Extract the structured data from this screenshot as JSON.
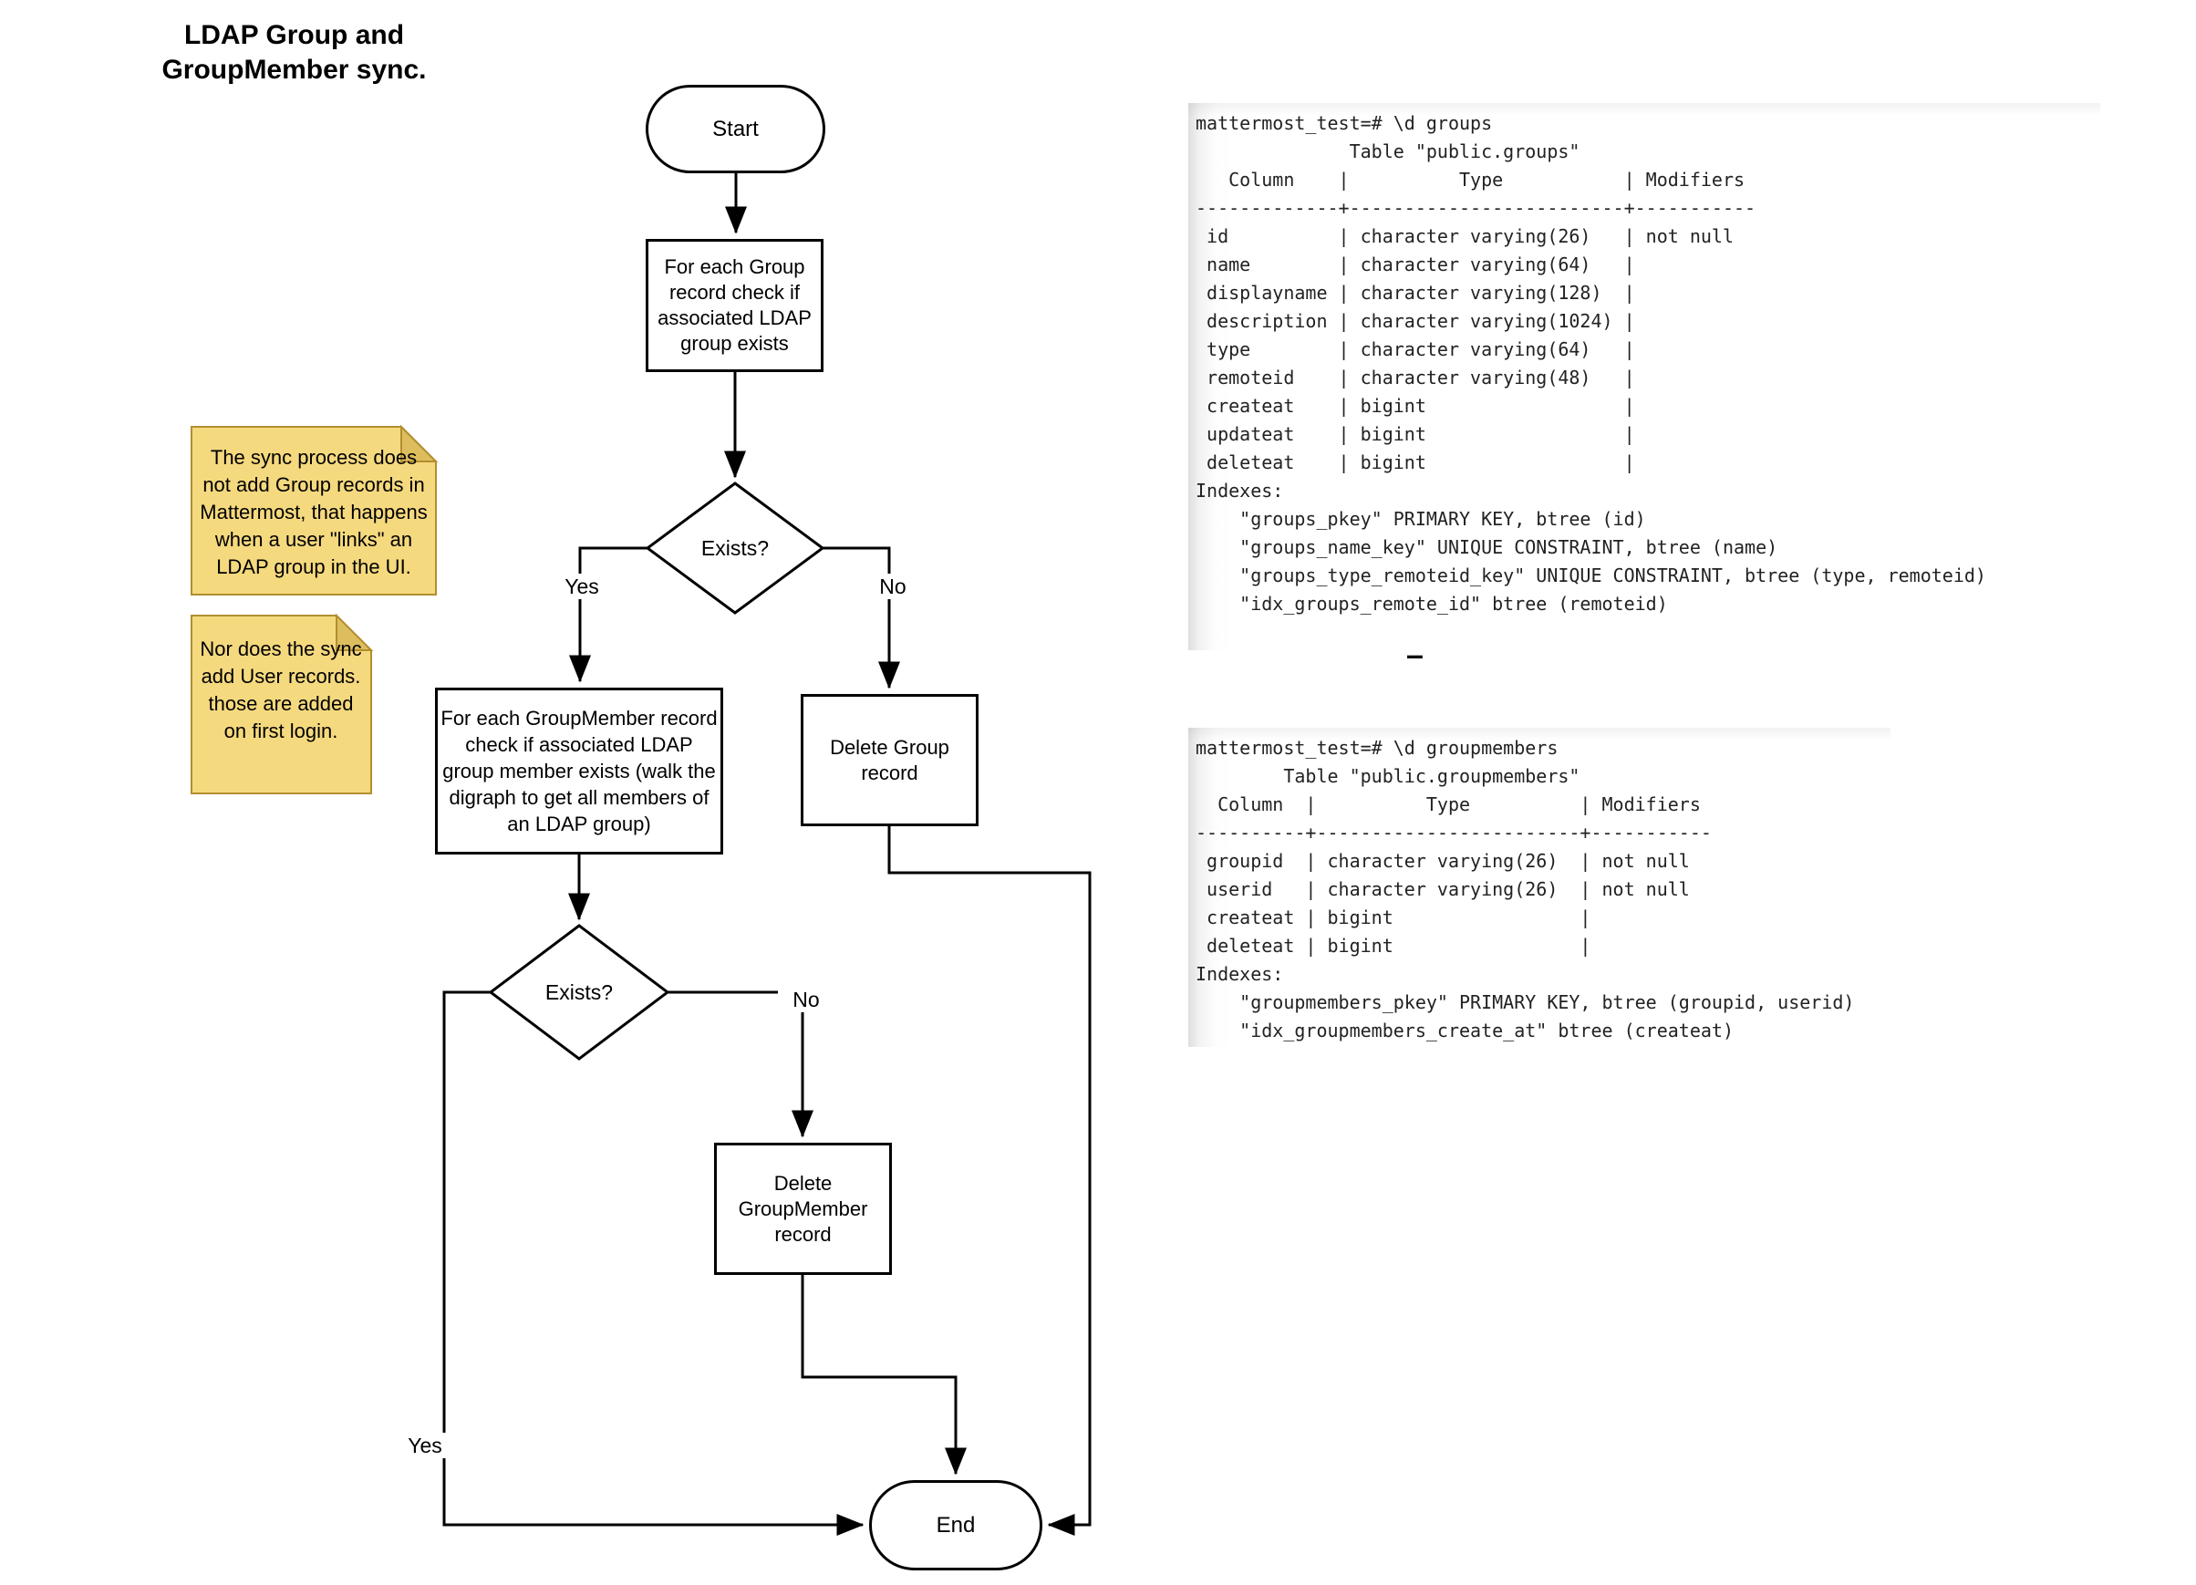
{
  "title": {
    "text": "LDAP Group and\nGroupMember sync."
  },
  "colors": {
    "stroke": "#000000",
    "note_fill": "#F5D97E",
    "note_border": "#B28E2F",
    "note_fold": "#DDBE5E",
    "terminal_text": "#222222"
  },
  "notes": [
    {
      "text": "The sync process does\nnot add Group records in\nMattermost, that happens\nwhen a user \"links\" an\nLDAP group in the UI."
    },
    {
      "text": "Nor does the sync\nadd User records.\nthose are added\non first login."
    }
  ],
  "flowchart": {
    "start_label": "Start",
    "process_group_label": "For each Group\nrecord check if\nassociated LDAP\ngroup exists",
    "decision1_label": "Exists?",
    "yes1_label": "Yes",
    "no1_label": "No",
    "process_groupmember_label": "For each GroupMember record\ncheck if associated LDAP\ngroup member exists (walk the\ndigraph to get all members of\nan LDAP group)",
    "delete_group_label": "Delete Group\nrecord",
    "decision2_label": "Exists?",
    "yes2_label": "Yes",
    "no2_label": "No",
    "delete_groupmember_label": "Delete\nGroupMember\nrecord",
    "end_label": "End"
  },
  "terminals": [
    {
      "name": "groups-table-dump",
      "text": "mattermost_test=# \\d groups\n              Table \"public.groups\"\n   Column    |          Type           | Modifiers\n-------------+-------------------------+-----------\n id          | character varying(26)   | not null\n name        | character varying(64)   |\n displayname | character varying(128)  |\n description | character varying(1024) |\n type        | character varying(64)   |\n remoteid    | character varying(48)   |\n createat    | bigint                  |\n updateat    | bigint                  |\n deleteat    | bigint                  |\nIndexes:\n    \"groups_pkey\" PRIMARY KEY, btree (id)\n    \"groups_name_key\" UNIQUE CONSTRAINT, btree (name)\n    \"groups_type_remoteid_key\" UNIQUE CONSTRAINT, btree (type, remoteid)\n    \"idx_groups_remote_id\" btree (remoteid)"
    },
    {
      "name": "groupmembers-table-dump",
      "text": "mattermost_test=# \\d groupmembers\n        Table \"public.groupmembers\"\n  Column  |          Type          | Modifiers\n----------+------------------------+-----------\n groupid  | character varying(26)  | not null\n userid   | character varying(26)  | not null\n createat | bigint                 |\n deleteat | bigint                 |\nIndexes:\n    \"groupmembers_pkey\" PRIMARY KEY, btree (groupid, userid)\n    \"idx_groupmembers_create_at\" btree (createat)"
    }
  ],
  "cursor_mark": "–"
}
